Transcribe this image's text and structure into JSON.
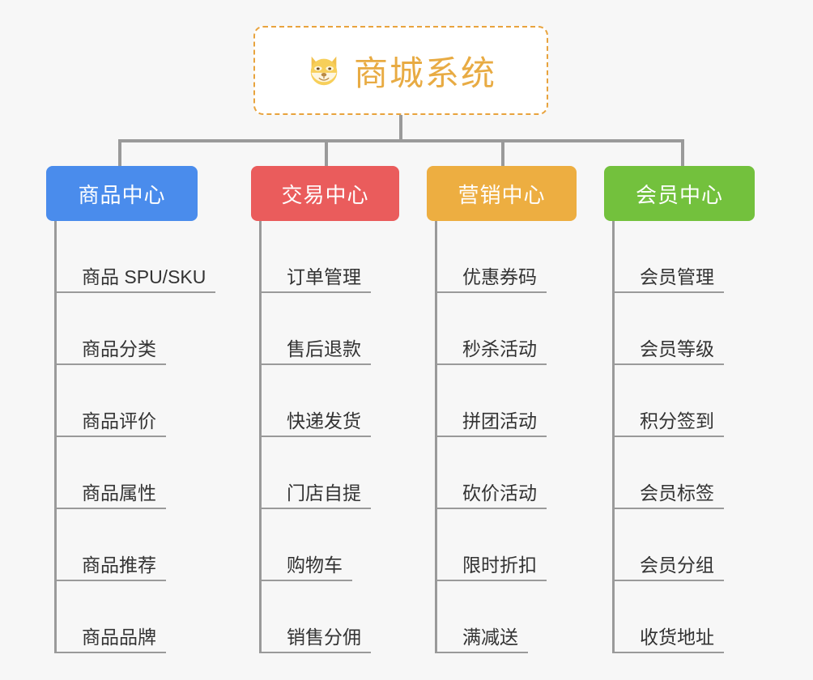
{
  "page": {
    "background_color": "#f7f7f7",
    "line_color": "#9a9a9a"
  },
  "root": {
    "title": "商城系统",
    "icon": "dog-face-emoji",
    "icon_glyph": "🐶",
    "text_color": "#e8ab43",
    "border_color": "#e8a33d",
    "background_color": "#ffffff"
  },
  "columns": [
    {
      "id": "product-center",
      "label": "商品中心",
      "color": "#4a8cec",
      "items": [
        "商品 SPU/SKU",
        "商品分类",
        "商品评价",
        "商品属性",
        "商品推荐",
        "商品品牌"
      ]
    },
    {
      "id": "trade-center",
      "label": "交易中心",
      "color": "#ea5c5c",
      "items": [
        "订单管理",
        "售后退款",
        "快递发货",
        "门店自提",
        "购物车",
        "销售分佣"
      ]
    },
    {
      "id": "marketing-center",
      "label": "营销中心",
      "color": "#edae41",
      "items": [
        "优惠券码",
        "秒杀活动",
        "拼团活动",
        "砍价活动",
        "限时折扣",
        "满减送"
      ]
    },
    {
      "id": "member-center",
      "label": "会员中心",
      "color": "#73c13d",
      "items": [
        "会员管理",
        "会员等级",
        "积分签到",
        "会员标签",
        "会员分组",
        "收货地址"
      ]
    }
  ]
}
